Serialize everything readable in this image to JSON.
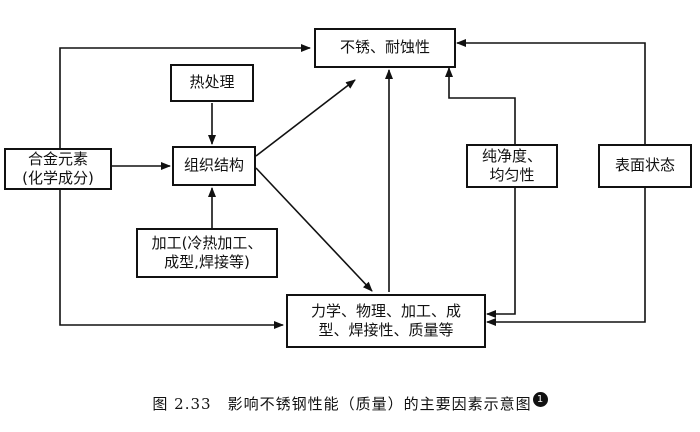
{
  "diagram": {
    "nodes": {
      "corrosion": "不锈、耐蚀性",
      "heat_treatment": "热处理",
      "alloy": "合金元素\n(化学成分)",
      "structure": "组织结构",
      "processing": "加工(冷热加工、\n成型,焊接等)",
      "properties": "力学、物理、加工、成\n型、焊接性、质量等",
      "purity": "纯净度、\n均匀性",
      "surface": "表面状态"
    }
  },
  "caption": {
    "number": "图 2.33",
    "text": "影响不锈钢性能（质量）的主要因素示意图",
    "note_marker": "1"
  }
}
